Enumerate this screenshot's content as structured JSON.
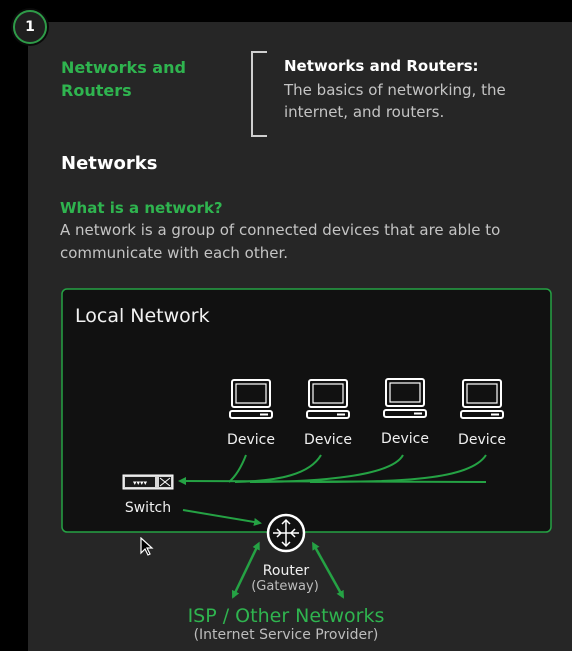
{
  "step": {
    "number": "1"
  },
  "sidebar": {
    "title": "Networks and Routers"
  },
  "intro": {
    "heading": "Networks and Routers:",
    "body": "The basics of networking, the internet, and routers."
  },
  "section": {
    "title": "Networks",
    "question": "What is a network?",
    "answer": "A network is a group of connected devices that are able to communicate with each other."
  },
  "diagram": {
    "box_label": "Local Network",
    "devices": [
      "Device",
      "Device",
      "Device",
      "Device"
    ],
    "switch_label": "Switch",
    "router_label": "Router",
    "router_sublabel": "(Gateway)",
    "isp_label": "ISP / Other Networks",
    "isp_sublabel": "(Internet Service Provider)"
  },
  "colors": {
    "accent_green": "#2fb44f",
    "line_green": "#25a244",
    "panel": "#262626",
    "diagram_box": "#111111"
  }
}
